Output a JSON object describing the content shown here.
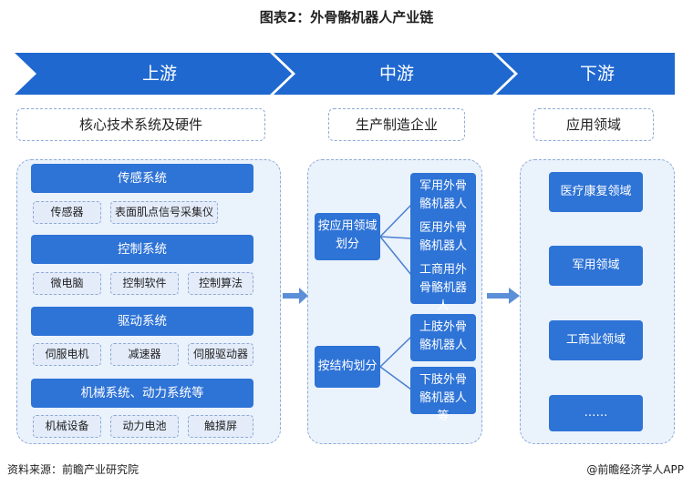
{
  "title": "图表2：外骨骼机器人产业链",
  "stages": [
    "上游",
    "中游",
    "下游"
  ],
  "headers": [
    "核心技术系统及硬件",
    "生产制造企业",
    "应用领域"
  ],
  "upstream": {
    "sensing": {
      "label": "传感系统",
      "items": [
        "传感器",
        "表面肌点信号采集仪"
      ]
    },
    "control": {
      "label": "控制系统",
      "items": [
        "微电脑",
        "控制软件",
        "控制算法"
      ]
    },
    "drive": {
      "label": "驱动系统",
      "items": [
        "伺服电机",
        "减速器",
        "伺服驱动器"
      ]
    },
    "mechanical": {
      "label": "机械系统、动力系统等",
      "items": [
        "机械设备",
        "动力电池",
        "触摸屏"
      ]
    }
  },
  "midstream": {
    "by_application": {
      "label": "按应用领域划分",
      "items": [
        "军用外骨骼机器人",
        "医用外骨骼机器人",
        "工商用外骨骼机器人"
      ]
    },
    "by_structure": {
      "label": "按结构划分",
      "items": [
        "上肢外骨骼机器人",
        "下肢外骨骼机器人等"
      ]
    }
  },
  "downstream": [
    "医疗康复领域",
    "军用领域",
    "工商业领域",
    "……"
  ],
  "footer": {
    "source": "资料来源：前瞻产业研究院",
    "brand": "@前瞻经济学人APP"
  },
  "colors": {
    "chevron": "#1f68d0",
    "box": "#2e73d6",
    "panel": "#eaf2fc",
    "border": "#8faad6",
    "arrow": "#5b8fd8"
  }
}
